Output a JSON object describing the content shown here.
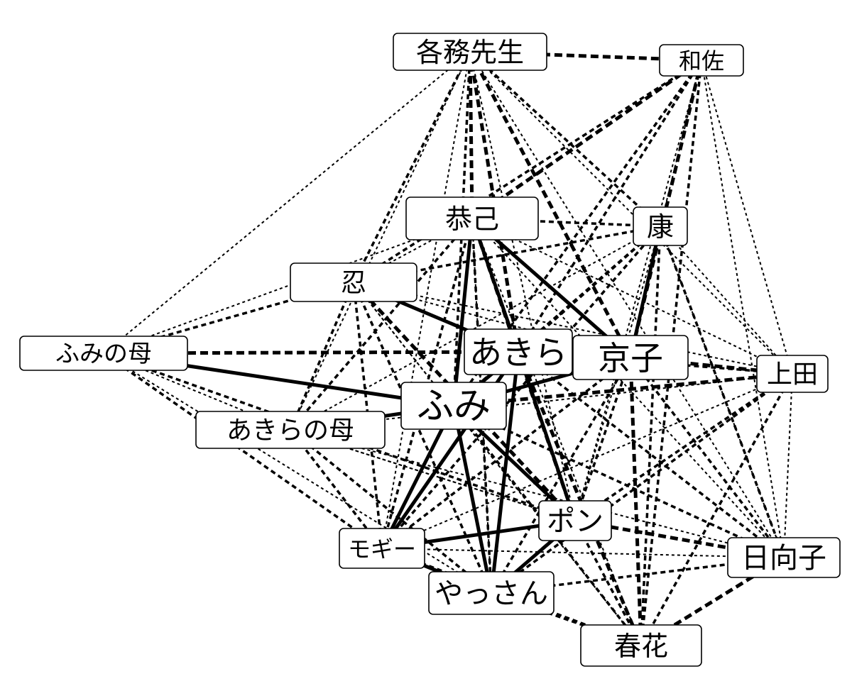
{
  "diagram": {
    "type": "character-relationship-network",
    "nodes": [
      {
        "id": "kakumu",
        "label": "各務先生"
      },
      {
        "id": "wasa",
        "label": "和佐"
      },
      {
        "id": "kyoki",
        "label": "恭己"
      },
      {
        "id": "yasushi",
        "label": "康"
      },
      {
        "id": "shinobu",
        "label": "忍"
      },
      {
        "id": "fumi_haha",
        "label": "ふみの母"
      },
      {
        "id": "akira",
        "label": "あきら"
      },
      {
        "id": "kyoko",
        "label": "京子"
      },
      {
        "id": "ueda",
        "label": "上田"
      },
      {
        "id": "fumi",
        "label": "ふみ"
      },
      {
        "id": "akira_haha",
        "label": "あきらの母"
      },
      {
        "id": "pon",
        "label": "ポン"
      },
      {
        "id": "mogi",
        "label": "モギー"
      },
      {
        "id": "hinako",
        "label": "日向子"
      },
      {
        "id": "yassan",
        "label": "やっさん"
      },
      {
        "id": "haruka",
        "label": "春花"
      }
    ],
    "edges": [
      {
        "from": "fumi",
        "to": "akira",
        "style": "solid"
      },
      {
        "from": "fumi",
        "to": "fumi_haha",
        "style": "solid"
      },
      {
        "from": "fumi",
        "to": "mogi",
        "style": "solid"
      },
      {
        "from": "fumi",
        "to": "yassan",
        "style": "solid"
      },
      {
        "from": "fumi",
        "to": "pon",
        "style": "solid"
      },
      {
        "from": "fumi",
        "to": "kyoko",
        "style": "solid"
      },
      {
        "from": "fumi",
        "to": "akira_haha",
        "style": "solid"
      },
      {
        "from": "akira",
        "to": "kyoki",
        "style": "solid"
      },
      {
        "from": "akira",
        "to": "shinobu",
        "style": "solid"
      },
      {
        "from": "akira",
        "to": "yassan",
        "style": "solid"
      },
      {
        "from": "akira",
        "to": "pon",
        "style": "solid"
      },
      {
        "from": "akira",
        "to": "mogi",
        "style": "solid"
      },
      {
        "from": "kyoko",
        "to": "kyoki",
        "style": "solid"
      },
      {
        "from": "kyoko",
        "to": "yasushi",
        "style": "solid"
      },
      {
        "from": "mogi",
        "to": "pon",
        "style": "solid"
      },
      {
        "from": "mogi",
        "to": "yassan",
        "style": "solid"
      },
      {
        "from": "pon",
        "to": "yassan",
        "style": "solid"
      },
      {
        "from": "kyoki",
        "to": "fumi",
        "style": "solid"
      },
      {
        "from": "kakumu",
        "to": "wasa",
        "style": "thick"
      },
      {
        "from": "fumi_haha",
        "to": "akira",
        "style": "thick"
      },
      {
        "from": "kyoko",
        "to": "ueda",
        "style": "thick"
      },
      {
        "from": "kakumu",
        "to": "kyoki",
        "style": "thick"
      },
      {
        "from": "kakumu",
        "to": "akira",
        "style": "thick"
      },
      {
        "from": "kakumu",
        "to": "kyoko",
        "style": "thick"
      },
      {
        "from": "wasa",
        "to": "kyoki",
        "style": "thick"
      },
      {
        "from": "wasa",
        "to": "kyoko",
        "style": "thick"
      },
      {
        "from": "kyoko",
        "to": "haruka",
        "style": "thick"
      },
      {
        "from": "kyoki",
        "to": "pon",
        "style": "thick"
      },
      {
        "from": "shinobu",
        "to": "pon",
        "style": "thick"
      },
      {
        "from": "akira",
        "to": "haruka",
        "style": "thick"
      },
      {
        "from": "hinako",
        "to": "haruka",
        "style": "thick"
      },
      {
        "from": "pon",
        "to": "hinako",
        "style": "thick"
      },
      {
        "from": "ueda",
        "to": "fumi",
        "style": "thick"
      },
      {
        "from": "kakumu",
        "to": "yasushi",
        "style": "medium"
      },
      {
        "from": "kakumu",
        "to": "fumi",
        "style": "medium"
      },
      {
        "from": "kakumu",
        "to": "shinobu",
        "style": "medium"
      },
      {
        "from": "wasa",
        "to": "akira",
        "style": "medium"
      },
      {
        "from": "wasa",
        "to": "shinobu",
        "style": "medium"
      },
      {
        "from": "wasa",
        "to": "fumi",
        "style": "medium"
      },
      {
        "from": "kyoki",
        "to": "yasushi",
        "style": "medium"
      },
      {
        "from": "kyoki",
        "to": "yassan",
        "style": "medium"
      },
      {
        "from": "kyoki",
        "to": "mogi",
        "style": "medium"
      },
      {
        "from": "yasushi",
        "to": "akira",
        "style": "medium"
      },
      {
        "from": "yasushi",
        "to": "shinobu",
        "style": "medium"
      },
      {
        "from": "yasushi",
        "to": "fumi",
        "style": "medium"
      },
      {
        "from": "yasushi",
        "to": "mogi",
        "style": "medium"
      },
      {
        "from": "shinobu",
        "to": "fumi_haha",
        "style": "medium"
      },
      {
        "from": "shinobu",
        "to": "mogi",
        "style": "medium"
      },
      {
        "from": "shinobu",
        "to": "yassan",
        "style": "medium"
      },
      {
        "from": "shinobu",
        "to": "akira_haha",
        "style": "medium"
      },
      {
        "from": "fumi_haha",
        "to": "mogi",
        "style": "medium"
      },
      {
        "from": "fumi_haha",
        "to": "pon",
        "style": "medium"
      },
      {
        "from": "akira_haha",
        "to": "mogi",
        "style": "medium"
      },
      {
        "from": "akira_haha",
        "to": "yassan",
        "style": "medium"
      },
      {
        "from": "akira_haha",
        "to": "kyoki",
        "style": "medium"
      },
      {
        "from": "kyoko",
        "to": "pon",
        "style": "medium"
      },
      {
        "from": "kyoko",
        "to": "mogi",
        "style": "medium"
      },
      {
        "from": "kyoko",
        "to": "yassan",
        "style": "medium"
      },
      {
        "from": "kyoko",
        "to": "hinako",
        "style": "medium"
      },
      {
        "from": "ueda",
        "to": "akira",
        "style": "medium"
      },
      {
        "from": "ueda",
        "to": "pon",
        "style": "medium"
      },
      {
        "from": "ueda",
        "to": "haruka",
        "style": "medium"
      },
      {
        "from": "ueda",
        "to": "yassan",
        "style": "medium"
      },
      {
        "from": "haruka",
        "to": "yasushi",
        "style": "medium"
      },
      {
        "from": "haruka",
        "to": "fumi",
        "style": "medium"
      },
      {
        "from": "haruka",
        "to": "mogi",
        "style": "medium"
      },
      {
        "from": "haruka",
        "to": "wasa",
        "style": "medium"
      },
      {
        "from": "hinako",
        "to": "yassan",
        "style": "medium"
      },
      {
        "from": "hinako",
        "to": "akira",
        "style": "medium"
      },
      {
        "from": "hinako",
        "to": "fumi",
        "style": "medium"
      },
      {
        "from": "hinako",
        "to": "yasushi",
        "style": "medium"
      },
      {
        "from": "pon",
        "to": "haruka",
        "style": "medium"
      },
      {
        "from": "yassan",
        "to": "haruka",
        "style": "medium"
      },
      {
        "from": "kakumu",
        "to": "ueda",
        "style": "thin"
      },
      {
        "from": "kakumu",
        "to": "fumi_haha",
        "style": "thin"
      },
      {
        "from": "kakumu",
        "to": "akira_haha",
        "style": "thin"
      },
      {
        "from": "kakumu",
        "to": "mogi",
        "style": "thin"
      },
      {
        "from": "kakumu",
        "to": "pon",
        "style": "thin"
      },
      {
        "from": "kakumu",
        "to": "hinako",
        "style": "thin"
      },
      {
        "from": "wasa",
        "to": "ueda",
        "style": "thin"
      },
      {
        "from": "wasa",
        "to": "hinako",
        "style": "thin"
      },
      {
        "from": "wasa",
        "to": "pon",
        "style": "thin"
      },
      {
        "from": "wasa",
        "to": "yasushi",
        "style": "thin"
      },
      {
        "from": "yasushi",
        "to": "ueda",
        "style": "thin"
      },
      {
        "from": "yasushi",
        "to": "hinako",
        "style": "thin"
      },
      {
        "from": "yasushi",
        "to": "pon",
        "style": "thin"
      },
      {
        "from": "yasushi",
        "to": "akira_haha",
        "style": "thin"
      },
      {
        "from": "shinobu",
        "to": "kyoki",
        "style": "thin"
      },
      {
        "from": "shinobu",
        "to": "kyoko",
        "style": "thin"
      },
      {
        "from": "shinobu",
        "to": "ueda",
        "style": "thin"
      },
      {
        "from": "shinobu",
        "to": "haruka",
        "style": "thin"
      },
      {
        "from": "fumi_haha",
        "to": "akira_haha",
        "style": "thin"
      },
      {
        "from": "fumi_haha",
        "to": "yassan",
        "style": "thin"
      },
      {
        "from": "fumi_haha",
        "to": "kyoki",
        "style": "thin"
      },
      {
        "from": "akira_haha",
        "to": "pon",
        "style": "thin"
      },
      {
        "from": "akira_haha",
        "to": "hinako",
        "style": "thin"
      },
      {
        "from": "akira_haha",
        "to": "ueda",
        "style": "thin"
      },
      {
        "from": "mogi",
        "to": "hinako",
        "style": "thin"
      },
      {
        "from": "mogi",
        "to": "ueda",
        "style": "thin"
      },
      {
        "from": "yassan",
        "to": "kyoki",
        "style": "thin"
      },
      {
        "from": "ueda",
        "to": "hinako",
        "style": "thin"
      },
      {
        "from": "ueda",
        "to": "kyoki",
        "style": "thin"
      },
      {
        "from": "haruka",
        "to": "kyoki",
        "style": "thin"
      },
      {
        "from": "haruka",
        "to": "shinobu",
        "style": "thin"
      },
      {
        "from": "hinako",
        "to": "kyoki",
        "style": "thin"
      },
      {
        "from": "pon",
        "to": "akira_haha",
        "style": "thin"
      }
    ]
  }
}
